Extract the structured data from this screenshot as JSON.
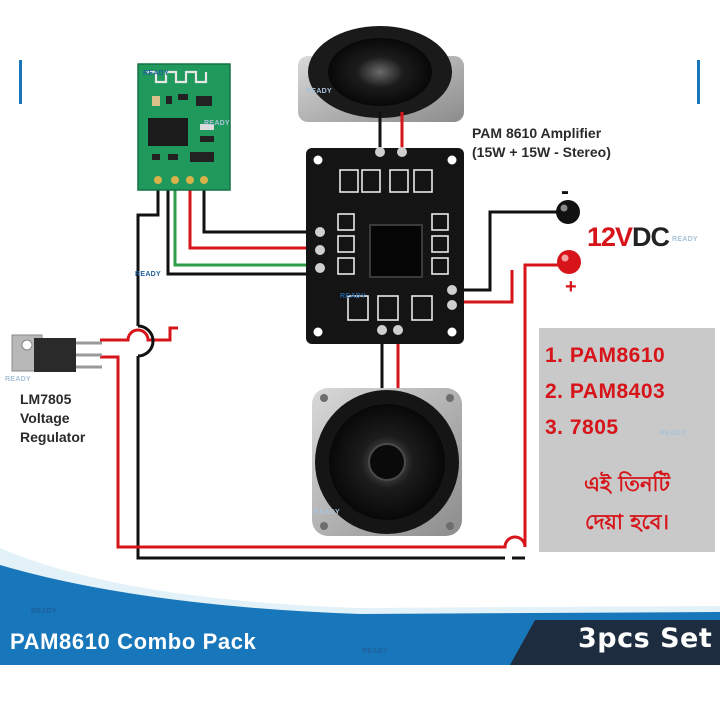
{
  "amplifier_label": {
    "line1": "PAM 8610 Amplifier",
    "line2": "(15W + 15W - Stereo)"
  },
  "regulator_label": {
    "line1": "LM7805",
    "line2": "Voltage",
    "line3": "Regulator"
  },
  "power": {
    "minus": "-",
    "plus": "+",
    "voltage": "12V",
    "unit": "DC"
  },
  "pack_list": {
    "items": [
      "1. PAM8610",
      "2. PAM8403",
      "3. 7805"
    ],
    "note_line1": "এই তিনটি",
    "note_line2": "দেয়া হবে।"
  },
  "watermark": "READY",
  "footer": {
    "title": "PAM8610 Combo Pack",
    "badge": "3pcs Set"
  },
  "colors": {
    "red_wire": "#d6141a",
    "green_wire": "#2e9d46",
    "black_wire": "#111111",
    "pcb_green": "#1f9a5c",
    "pcb_black": "#141414",
    "footer_blue": "#1877bb",
    "footer_dark": "#1d2d3f",
    "info_box": "#c9c9c9"
  }
}
